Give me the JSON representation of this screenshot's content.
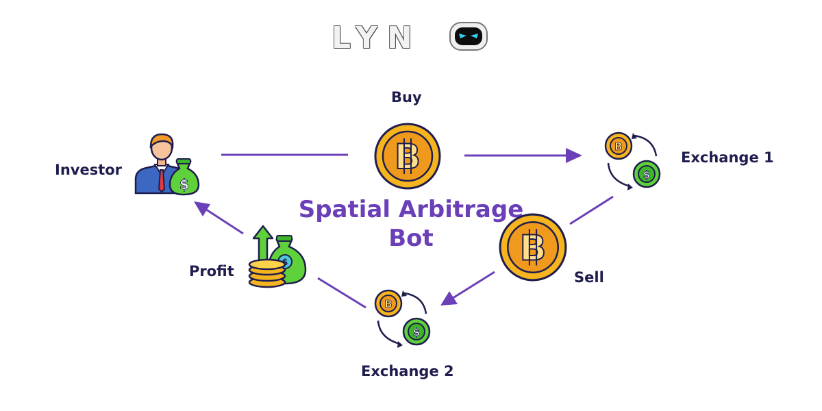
{
  "logo": {
    "text": "LYN",
    "mask_icon": "mask-o-icon"
  },
  "title": {
    "line1": "Spatial Arbitrage",
    "line2": "Bot"
  },
  "nodes": {
    "investor": {
      "label": "Investor",
      "icon": "investor-with-money-bag-icon"
    },
    "buy": {
      "label": "Buy",
      "icon": "bitcoin-coin-icon"
    },
    "exchange1": {
      "label": "Exchange 1",
      "icon": "crypto-exchange-icon"
    },
    "sell": {
      "label": "Sell",
      "icon": "bitcoin-coin-icon"
    },
    "exchange2": {
      "label": "Exchange 2",
      "icon": "crypto-exchange-icon"
    },
    "profit": {
      "label": "Profit",
      "icon": "money-bag-coins-growth-icon"
    }
  },
  "colors": {
    "accent": "#6a3fb8",
    "text": "#1f1d4d",
    "coin": "#f6b51e",
    "coin_dark": "#e8901a",
    "green": "#5fd13a"
  }
}
